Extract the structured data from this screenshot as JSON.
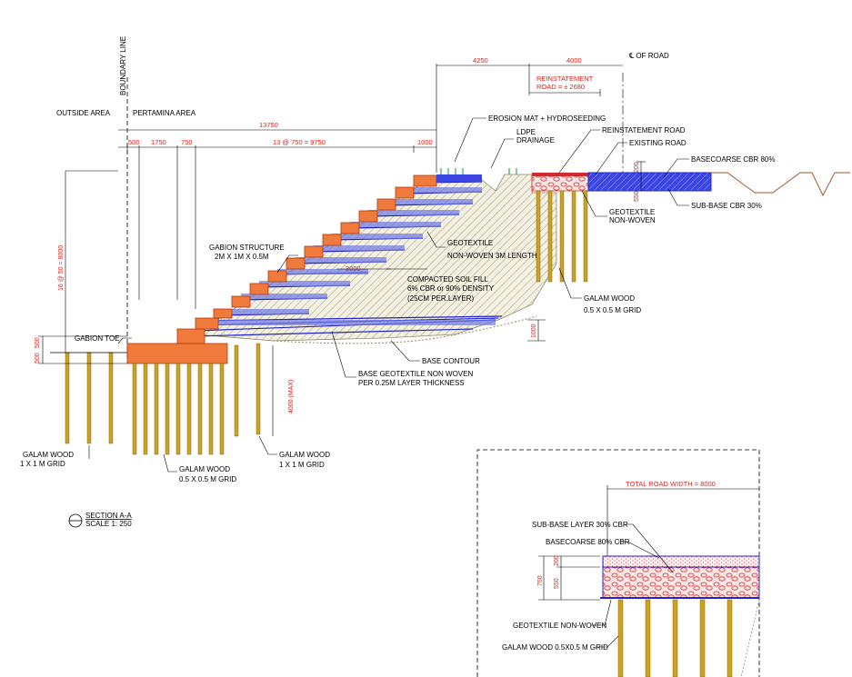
{
  "labels": {
    "boundary_line": "BOUNDARY LINE",
    "outside_area": "OUTSIDE AREA",
    "pertamina_area": "PERTAMINA AREA",
    "cl_of_road": "℄ OF ROAD",
    "erosion_mat": "EROSION MAT + HYDROSEEDING",
    "ldpe_1": "LDPE",
    "ldpe_2": "DRAINAGE",
    "reinstatement_road": "REINSTATEMENT ROAD",
    "existing_road": "EXISTING ROAD",
    "basecoarse": "BASECOARSE CBR 80%",
    "subbase": "SUB-BASE CBR 30%",
    "geotextile_nw_1": "GEOTEXTILE",
    "geotextile_nw_2": "NON-WOVEN",
    "geotextile_3m_1": "GEOTEXTILE",
    "geotextile_3m_2": "NON-WOVEN 3M   LENGTH",
    "gabion_structure_1": "GABION STRUCTURE",
    "gabion_structure_2": "2M X 1M X 0.5M",
    "compacted_1": "COMPACTED SOIL FILL",
    "compacted_2": "6% CBR  or  90% DENSITY",
    "compacted_3": "(25CM PER.LAYER)",
    "galam_right_1": "GALAM WOOD",
    "galam_right_2": "0.5 X 0.5 M GRID",
    "gabion_toe": "GABION TOE",
    "base_contour": "BASE CONTOUR",
    "base_geo_1": "BASE GEOTEXTILE NON WOVEN",
    "base_geo_2": "PER 0.25M LAYER THICKNESS",
    "galam_a_1": "GALAM WOOD",
    "galam_a_2": "1 X 1 M GRID",
    "galam_b_1": "GALAM WOOD",
    "galam_b_2": "0.5 X 0.5 M GRID",
    "galam_c_1": "GALAM WOOD",
    "galam_c_2": "1 X 1 M GRID",
    "section_title": "SECTION A-A",
    "section_scale": "SCALE 1: 250"
  },
  "dimensions": {
    "d4250": "4250",
    "d4000": "4000",
    "reinstatement_1": "REINSTATEMENT",
    "reinstatement_2": "ROAD = ± 2680",
    "d13750": "13750",
    "d500": "500",
    "d1750": "1750",
    "d750": "750",
    "d13x750": "13 @ 750 = 9750",
    "d1000_top": "1000",
    "d16x50": "16 @ 50 = 8000",
    "d500a": "500",
    "d500b": "500",
    "d3000": "3000",
    "d1000_right": "1000",
    "d4000max": "4000 (MAX)",
    "d200": "200",
    "d550": "550"
  },
  "detail": {
    "total_width": "TOTAL ROAD WIDTH = 8000",
    "subbase_layer": "SUB-BASE LAYER 30% CBR",
    "basecoarse": "BASECOARSE 80% CBR",
    "d750": "750",
    "d200": "200",
    "d550": "550",
    "geotextile": "GEOTEXTILE NON-WOVEN",
    "galam": "GALAM WOOD 0.5X0.5 M GRID"
  },
  "colors": {
    "gabion": "#f07a3c",
    "geotextile": "#2222cc",
    "pile": "#c9a227",
    "dimension": "#e0201a",
    "fill_hatch": "#a9a88a"
  }
}
